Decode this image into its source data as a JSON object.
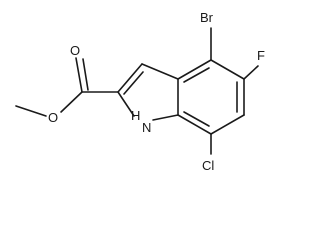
{
  "structure": {
    "atoms": {
      "br": "Br",
      "f": "F",
      "cl": "Cl",
      "nh": "H",
      "n": "N",
      "o_carbonyl": "O",
      "o_ester": "O"
    }
  }
}
